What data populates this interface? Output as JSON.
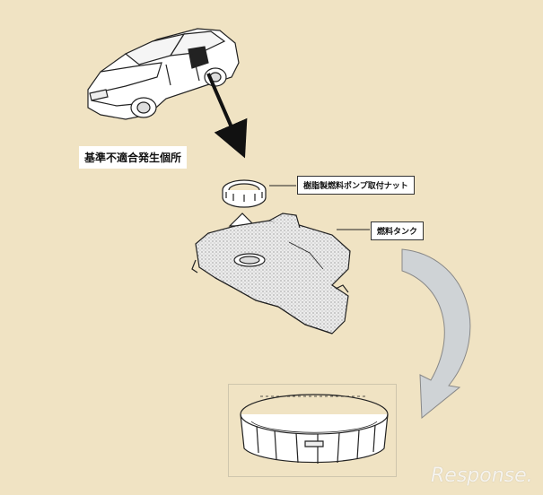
{
  "labels": {
    "defect_location": "基準不適合発生個所",
    "pump_nut": "樹脂製燃料ポンプ取付ナット",
    "fuel_tank": "燃料タンク"
  },
  "watermark": {
    "text": "Response."
  },
  "colors": {
    "background": "#f0e3c3",
    "line": "#222222",
    "tank_fill": "#d9d9d9",
    "curved_arrow": "#cfd3d6"
  },
  "icons": {
    "car": "car-illustration",
    "nut": "ring-nut-illustration",
    "tank": "fuel-tank-illustration",
    "nut_detail": "ring-nut-detail-illustration"
  }
}
